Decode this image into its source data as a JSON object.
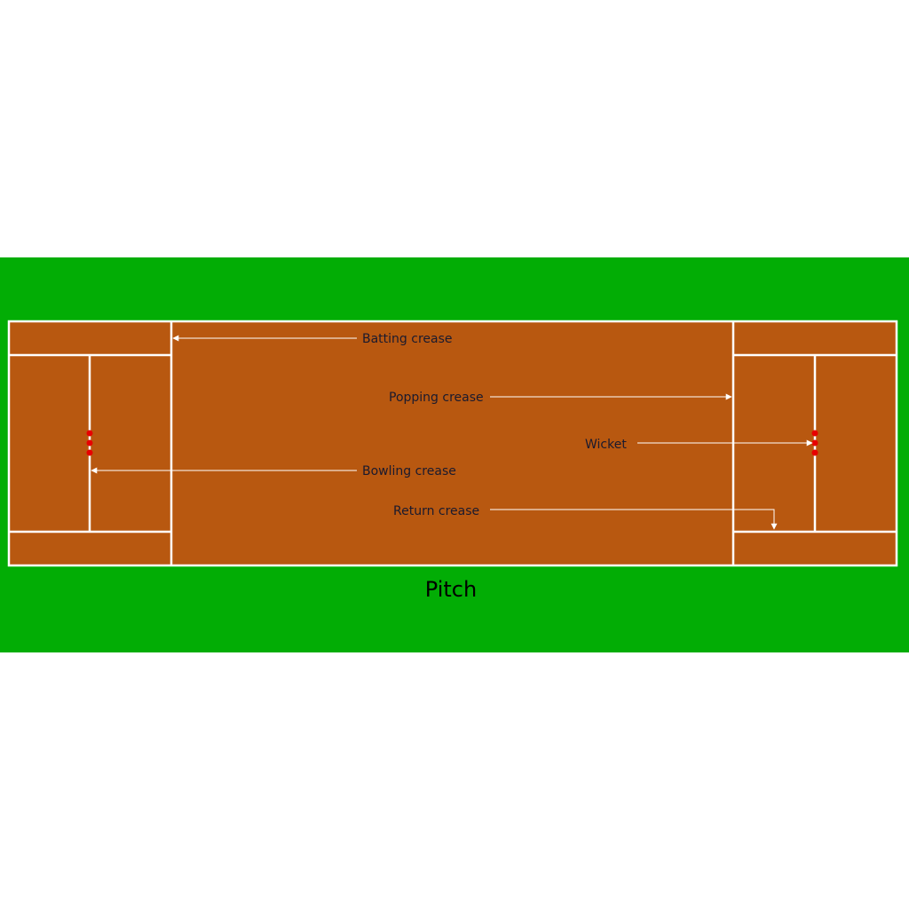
{
  "diagram": {
    "title": "Pitch",
    "labels": {
      "batting_crease": "Batting crease",
      "popping_crease": "Popping crease",
      "wicket": "Wicket",
      "bowling_crease": "Bowling crease",
      "return_crease": "Return crease"
    }
  },
  "colors": {
    "page_background": "#ffffff",
    "field": "#02ad05",
    "pitch": "#b85810",
    "crease_lines": "#ffffff",
    "stumps": "#e80000",
    "label_text": "#1a1a2e",
    "arrows": "#ffffff"
  }
}
